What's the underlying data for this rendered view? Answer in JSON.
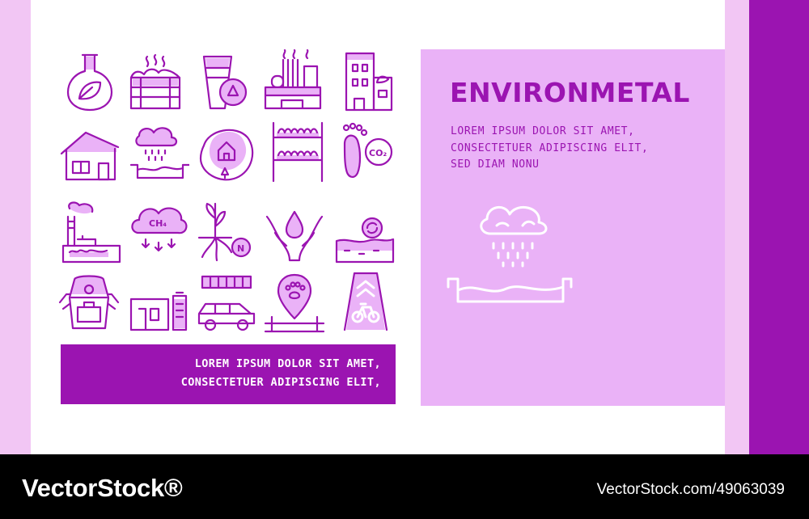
{
  "colors": {
    "accent_dark": "#9b14b1",
    "accent_light": "#eab2f7",
    "side_light": "#f2c6f4",
    "footer": "#000000"
  },
  "icons": [
    "flask-leaf-icon",
    "compost-crate-icon",
    "recycled-cups-icon",
    "green-factory-icon",
    "eco-building-icon",
    "eco-house-icon",
    "acid-rain-icon",
    "house-in-nature-icon",
    "seedling-trays-icon",
    "co2-footprint-icon",
    "smoking-factory-icon",
    "methane-cloud-icon",
    "nitrogen-plant-icon",
    "hands-water-drop-icon",
    "soil-recycle-icon",
    "backpack-icon",
    "solar-battery-container-icon",
    "electric-car-icon",
    "animal-paw-location-icon",
    "bike-lane-icon"
  ],
  "icon_labels": {
    "co2": "CO₂",
    "ch4": "CH₄",
    "nitrogen": "N"
  },
  "banner": {
    "line1": "LOREM IPSUM DOLOR SIT AMET,",
    "line2": "CONSECTETUER ADIPISCING ELIT,"
  },
  "panel": {
    "title": "ENVIRONMETAL",
    "line1": "LOREM IPSUM DOLOR SIT AMET,",
    "line2": "CONSECTETUER ADIPISCING ELIT,",
    "line3": "SED DIAM NONU",
    "feature_icon": "acid-rain-icon"
  },
  "footer": {
    "brand": "VectorStock®",
    "reference": "VectorStock.com/49063039"
  }
}
